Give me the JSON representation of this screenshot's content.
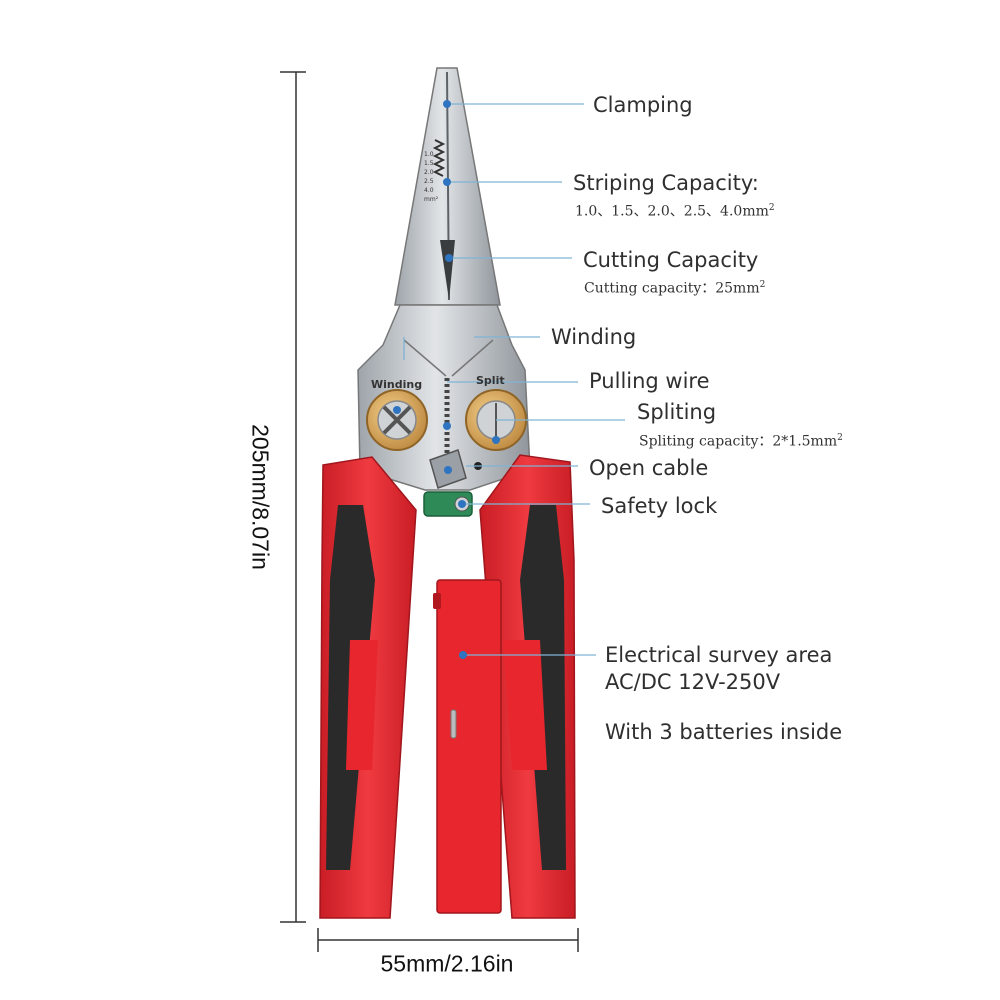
{
  "dimensions": {
    "height": "205mm/8.07in",
    "width": "55mm/2.16in"
  },
  "callouts": {
    "clamping": {
      "label": "Clamping"
    },
    "striping": {
      "label": "Striping Capacity:",
      "detail": "1.0、1.5、2.0、2.5、4.0mm",
      "detail_sup": "2"
    },
    "cutting": {
      "label": "Cutting Capacity",
      "detail": "Cutting capacity：25mm",
      "detail_sup": "2"
    },
    "winding": {
      "label": "Winding"
    },
    "pulling": {
      "label": "Pulling wire"
    },
    "spliting": {
      "label": "Spliting",
      "detail": "Spliting capacity：2*1.5mm",
      "detail_sup": "2"
    },
    "open_cable": {
      "label": "Open cable"
    },
    "safety_lock": {
      "label": "Safety lock"
    },
    "survey": {
      "line1": "Electrical survey area",
      "line2": "AC/DC 12V-250V",
      "line3": "With 3 batteries inside"
    }
  },
  "tool_markings": {
    "winding": "Winding",
    "split": "Split",
    "gauges": [
      "1.0",
      "1.5",
      "2.0",
      "2.5",
      "4.0",
      "mm²"
    ]
  },
  "colors": {
    "handle_red": "#e8262e",
    "grip_black": "#2a2a2a",
    "steel": "#c9cdd1",
    "brass": "#d9a85a",
    "lock_green": "#2e8b57",
    "leader": "#7fb3d5",
    "dot": "#2f74c0"
  }
}
